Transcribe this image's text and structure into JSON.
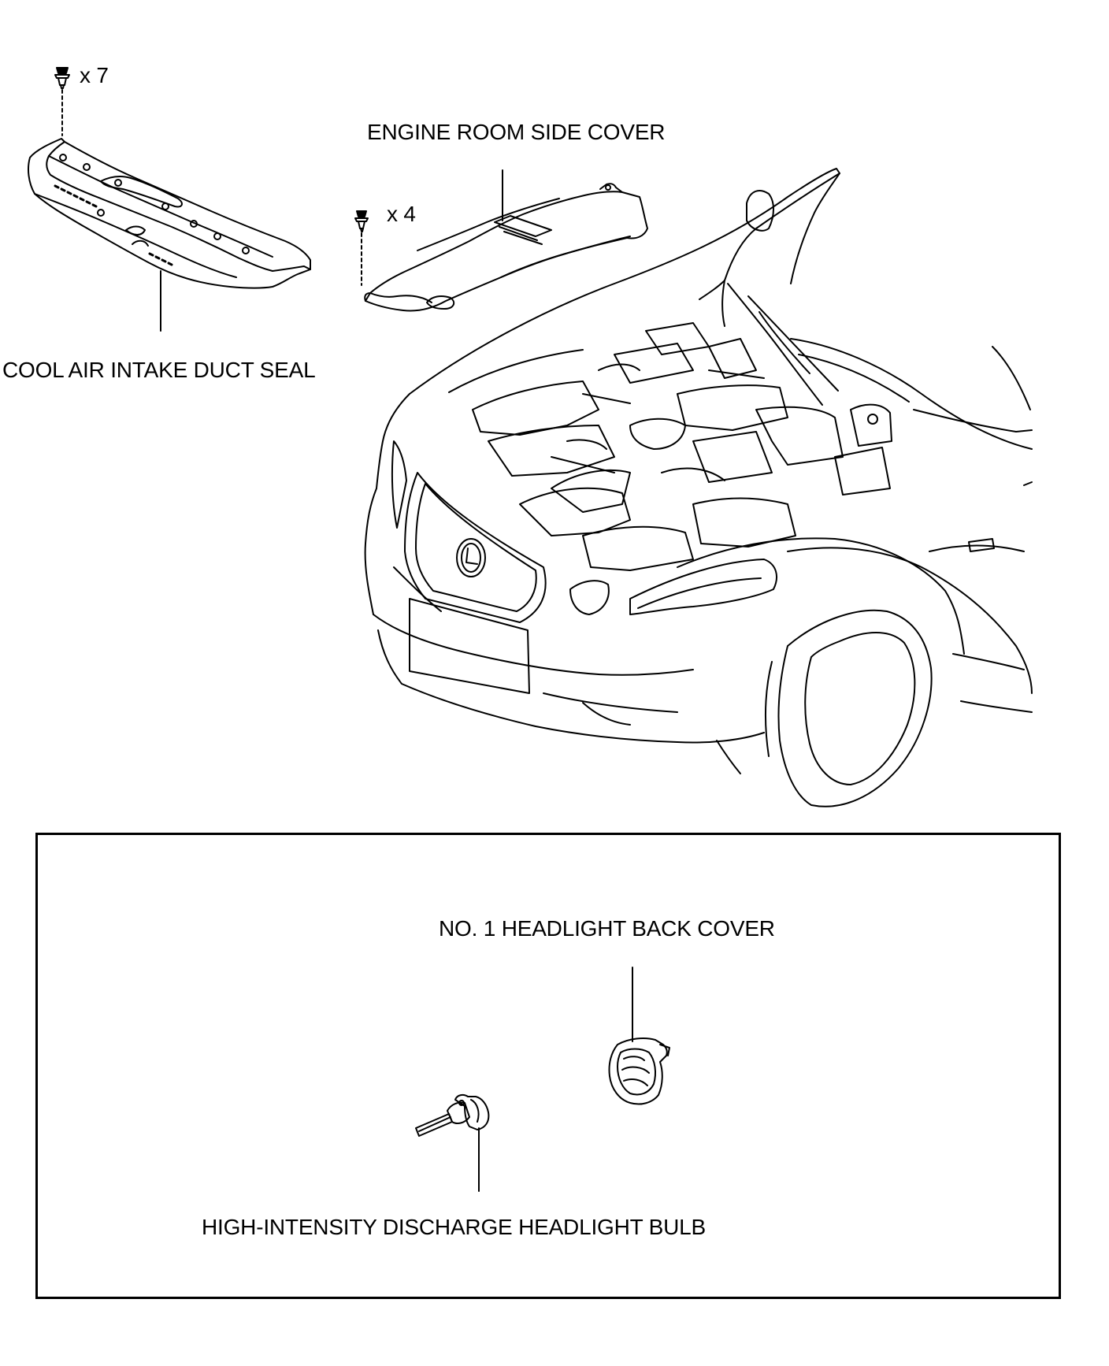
{
  "labels": {
    "clip_qty_duct_seal": "x 7",
    "clip_qty_side_cover": "x 4",
    "engine_room_side_cover": "ENGINE ROOM SIDE COVER",
    "cool_air_intake_duct_seal": "COOL AIR INTAKE DUCT SEAL",
    "headlight_back_cover": "NO. 1 HEADLIGHT BACK COVER",
    "hid_headlight_bulb": "HIGH-INTENSITY DISCHARGE HEADLIGHT BULB"
  },
  "colors": {
    "line": "#000000",
    "background": "#ffffff"
  }
}
